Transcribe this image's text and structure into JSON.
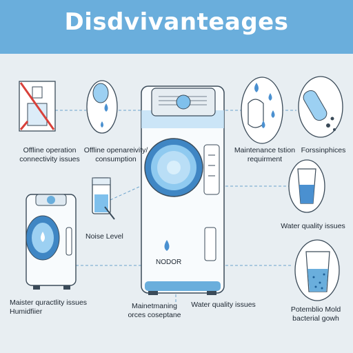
{
  "title": "Disdvivanteages",
  "labels": {
    "offline_operation": "Offline operation",
    "connectivity_issues": "connectivity issues",
    "offline_openareivity": "Offline openareivity/",
    "consumption": "consumption",
    "noise_level": "Noise Level",
    "maintenance_tstion": "Maintenance tstion",
    "requirment": "requirment",
    "forssinphices": "Forssinphices",
    "water_quality_right": "Water quality issues",
    "potemblio_mold": "Potemblio Mold",
    "bacterial_gowh": "bacterial gowh",
    "maister_quractlity": "Maister quractlity issues",
    "humidfiier": "Humidfiier",
    "mainetmaning": "Mainetmaning",
    "orces_coseptane": "orces coseptane",
    "water_quality_bottom": "Water quality issues",
    "brand_nodor": "NODOR"
  },
  "colors": {
    "banner": "#6aaedc",
    "background": "#e8eef2",
    "accent_blue": "#4a90d0",
    "light_blue": "#bfe0f5",
    "warning_red": "#d8413a"
  }
}
